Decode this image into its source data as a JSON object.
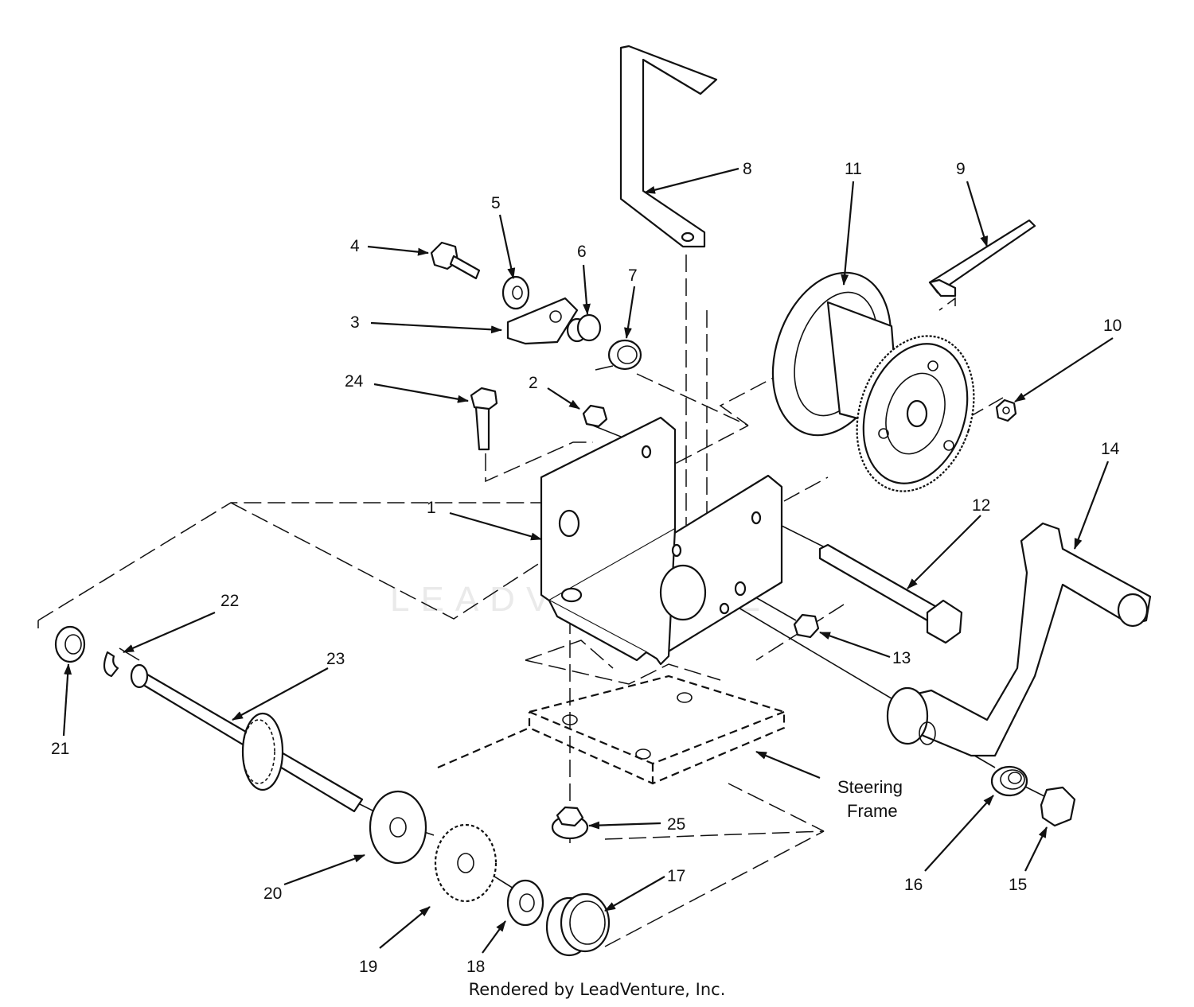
{
  "diagram": {
    "callouts": [
      "1",
      "2",
      "3",
      "4",
      "5",
      "6",
      "7",
      "8",
      "9",
      "10",
      "11",
      "12",
      "13",
      "14",
      "15",
      "16",
      "17",
      "18",
      "19",
      "20",
      "21",
      "22",
      "23",
      "24",
      "25"
    ],
    "steering_frame_label": [
      "Steering",
      "Frame"
    ],
    "watermark": "LEADVENTURE"
  },
  "footer": {
    "credit": "Rendered by LeadVenture, Inc."
  }
}
